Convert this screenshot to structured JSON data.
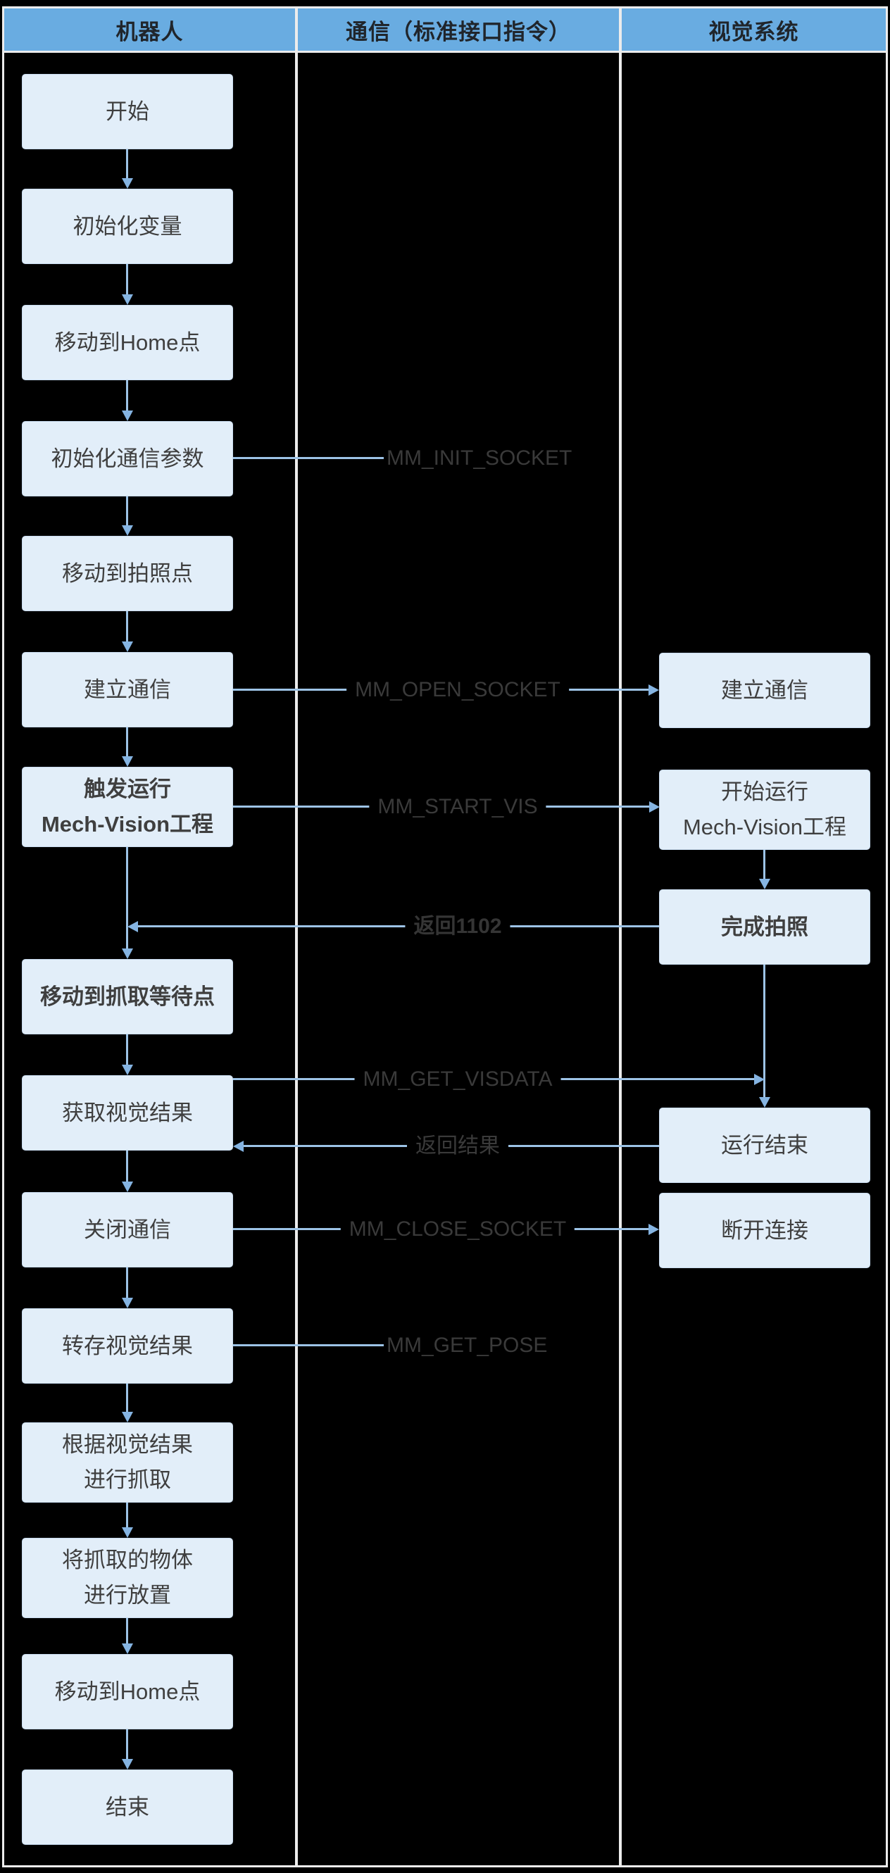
{
  "lanes": [
    {
      "id": "robot",
      "label": "机器人"
    },
    {
      "id": "communication",
      "label": "通信（标准接口指令）"
    },
    {
      "id": "vision",
      "label": "视觉系统"
    }
  ],
  "nodes": [
    {
      "id": "start",
      "lane": "robot",
      "lines": [
        "开始"
      ],
      "bold": false
    },
    {
      "id": "init-vars",
      "lane": "robot",
      "lines": [
        "初始化变量"
      ],
      "bold": false
    },
    {
      "id": "move-home-1",
      "lane": "robot",
      "lines": [
        "移动到Home点"
      ],
      "bold": false
    },
    {
      "id": "init-comm-params",
      "lane": "robot",
      "lines": [
        "初始化通信参数"
      ],
      "bold": false
    },
    {
      "id": "move-photo-point",
      "lane": "robot",
      "lines": [
        "移动到拍照点"
      ],
      "bold": false
    },
    {
      "id": "establish-comm-robot",
      "lane": "robot",
      "lines": [
        "建立通信"
      ],
      "bold": false
    },
    {
      "id": "trigger-vision",
      "lane": "robot",
      "lines": [
        "触发运行",
        "Mech-Vision工程"
      ],
      "bold": true
    },
    {
      "id": "move-grasp-wait",
      "lane": "robot",
      "lines": [
        "移动到抓取等待点"
      ],
      "bold": true
    },
    {
      "id": "get-vision-result",
      "lane": "robot",
      "lines": [
        "获取视觉结果"
      ],
      "bold": false
    },
    {
      "id": "close-comm",
      "lane": "robot",
      "lines": [
        "关闭通信"
      ],
      "bold": false
    },
    {
      "id": "store-vision-result",
      "lane": "robot",
      "lines": [
        "转存视觉结果"
      ],
      "bold": false
    },
    {
      "id": "grasp-by-result",
      "lane": "robot",
      "lines": [
        "根据视觉结果",
        "进行抓取"
      ],
      "bold": false
    },
    {
      "id": "place-object",
      "lane": "robot",
      "lines": [
        "将抓取的物体",
        "进行放置"
      ],
      "bold": false
    },
    {
      "id": "move-home-2",
      "lane": "robot",
      "lines": [
        "移动到Home点"
      ],
      "bold": false
    },
    {
      "id": "end",
      "lane": "robot",
      "lines": [
        "结束"
      ],
      "bold": false
    },
    {
      "id": "establish-comm-vision",
      "lane": "vision",
      "lines": [
        "建立通信"
      ],
      "bold": false
    },
    {
      "id": "start-vision-project",
      "lane": "vision",
      "lines": [
        "开始运行",
        "Mech-Vision工程"
      ],
      "bold": false
    },
    {
      "id": "photo-done",
      "lane": "vision",
      "lines": [
        "完成拍照"
      ],
      "bold": true
    },
    {
      "id": "run-finished",
      "lane": "vision",
      "lines": [
        "运行结束"
      ],
      "bold": false
    },
    {
      "id": "disconnect",
      "lane": "vision",
      "lines": [
        "断开连接"
      ],
      "bold": false
    }
  ],
  "messages": [
    {
      "id": "mm-init-socket",
      "text": "MM_INIT_SOCKET",
      "bold": false,
      "direction": "robot-only"
    },
    {
      "id": "mm-open-socket",
      "text": "MM_OPEN_SOCKET",
      "bold": false,
      "direction": "robot-to-vision"
    },
    {
      "id": "mm-start-vis",
      "text": "MM_START_VIS",
      "bold": false,
      "direction": "robot-to-vision"
    },
    {
      "id": "return-1102",
      "text": "返回1102",
      "bold": true,
      "direction": "vision-to-robot"
    },
    {
      "id": "mm-get-visdata",
      "text": "MM_GET_VISDATA",
      "bold": false,
      "direction": "robot-to-vision"
    },
    {
      "id": "return-result",
      "text": "返回结果",
      "bold": false,
      "direction": "vision-to-robot"
    },
    {
      "id": "mm-close-socket",
      "text": "MM_CLOSE_SOCKET",
      "bold": false,
      "direction": "robot-to-vision"
    },
    {
      "id": "mm-get-pose",
      "text": "MM_GET_POSE",
      "bold": false,
      "direction": "robot-only"
    }
  ],
  "colors": {
    "background": "#000000",
    "divider": "#ECECEC",
    "header_bg": "#69ACE1",
    "header_text": "#20252B",
    "node_bg": "#E2EEF9",
    "node_border": "#C9DCF0",
    "node_text": "#3F3F3F",
    "arrow_line": "#9DC3E6",
    "arrowhead": "#85B4E2",
    "label_text": "#3A3A3A"
  }
}
